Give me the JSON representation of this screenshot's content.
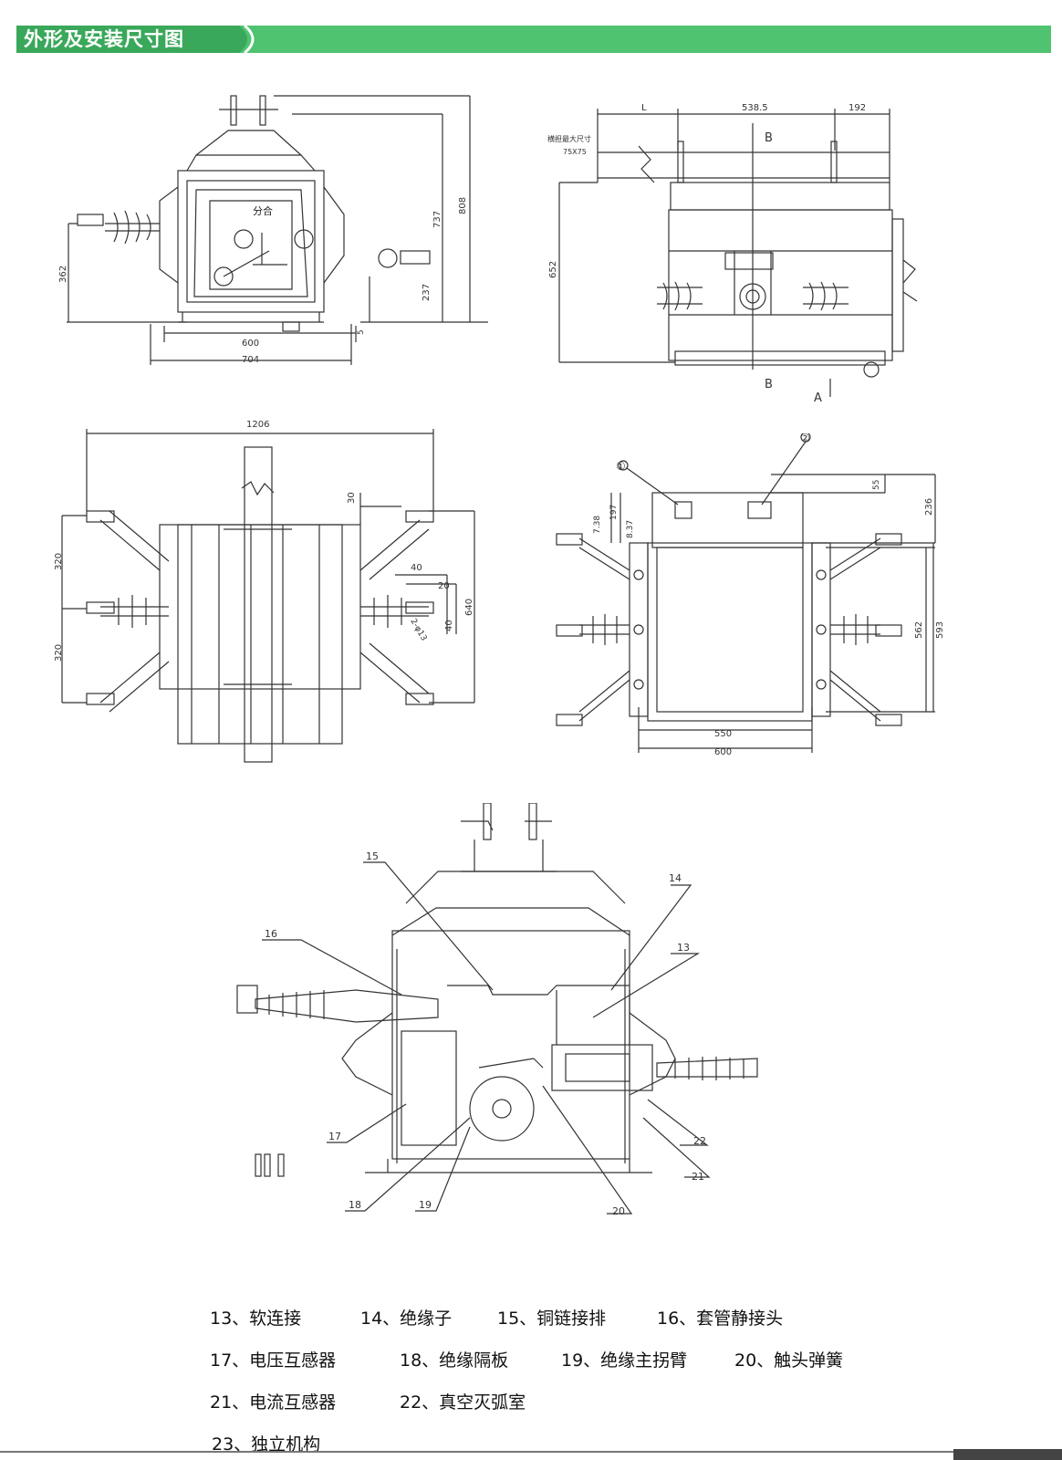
{
  "header": {
    "title": "外形及安装尺寸图",
    "accent_color": "#4fc36f"
  },
  "views": {
    "front": {
      "top_label": "分合",
      "dims": {
        "d808": "808",
        "d737": "737",
        "d362": "362",
        "d237": "237",
        "d600": "600",
        "d704": "704",
        "d5": "5"
      }
    },
    "side": {
      "dims": {
        "L": "L",
        "d5385": "538.5",
        "d192": "192",
        "d652": "652"
      },
      "note1": "横担最大尺寸",
      "note2": "75X75",
      "sec_b_top": "B",
      "sec_b_bottom": "B",
      "view_a": "A"
    },
    "top": {
      "dims": {
        "d1206": "1206",
        "d30": "30",
        "d40a": "40",
        "d20": "20",
        "d640": "640",
        "d40b": "40",
        "d320a": "320",
        "d320b": "320",
        "dhole": "2-φ13"
      }
    },
    "back": {
      "callout1": "①",
      "callout2": "②",
      "dims": {
        "d55": "55",
        "d236": "236",
        "d738": "7.38",
        "d197": "197",
        "d837": "8.37",
        "d562": "562",
        "d593": "593",
        "d550": "550",
        "d600": "600"
      }
    },
    "section": {
      "labels": {
        "n13": "13",
        "n14": "14",
        "n15": "15",
        "n16": "16",
        "n17": "17",
        "n18": "18",
        "n19": "19",
        "n20": "20",
        "n21": "21",
        "n22": "22"
      }
    }
  },
  "legend": {
    "items": [
      "13、软连接",
      "14、绝缘子",
      "15、铜链接排",
      "16、套管静接头",
      "17、电压互感器",
      "18、绝缘隔板",
      "19、绝缘主拐臂",
      "20、触头弹簧",
      "21、电流互感器",
      "22、真空灭弧室",
      "23、独立机构"
    ]
  }
}
